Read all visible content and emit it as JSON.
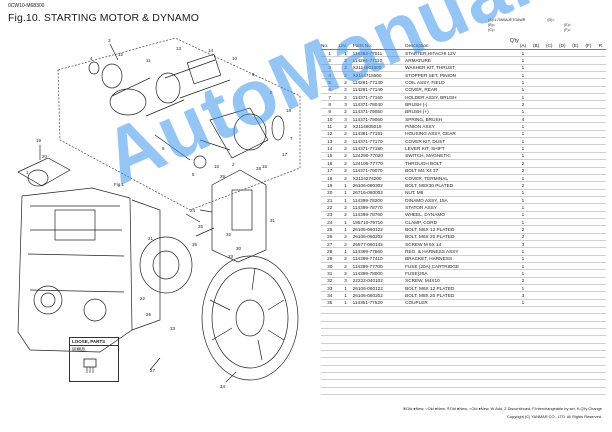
{
  "header": {
    "doc_code": "0CW10-M68300",
    "fig_title": "Fig.10.  STARTING MOTOR & DYNAMO"
  },
  "legend": {
    "a": "(A)=L70N5AJETGAWR",
    "b": "(B)=",
    "c": "(C)=",
    "d": "(D)=",
    "e": "(E)=",
    "f": "(F)="
  },
  "table": {
    "columns": [
      "No.",
      "Lev.",
      "Parts No.",
      "Description",
      "(A)",
      "(B)",
      "(C)",
      "(D)",
      "(E)",
      "(F)",
      "R"
    ],
    "qty_header": "Q'ty",
    "rows": [
      {
        "no": "1",
        "lev": "1",
        "part": "114362-77011",
        "desc": "STARTER,HITACHI 12V",
        "a": "1"
      },
      {
        "no": "2",
        "lev": "2",
        "part": "114281-77110",
        "desc": "ARMATURE",
        "a": "1"
      },
      {
        "no": "3",
        "lev": "2",
        "part": "X2114801000",
        "desc": "WASHER KIT, THRUST",
        "a": "1"
      },
      {
        "no": "4",
        "lev": "2",
        "part": "X2114715500",
        "desc": "STOPPER SET, PINION",
        "a": "1"
      },
      {
        "no": "5",
        "lev": "2",
        "part": "114281-77130",
        "desc": "COIL ASSY, FIELD",
        "a": "1"
      },
      {
        "no": "6",
        "lev": "2",
        "part": "114281-77140",
        "desc": "COVER, REAR",
        "a": "1"
      },
      {
        "no": "7",
        "lev": "2",
        "part": "114371-77160",
        "desc": "HOLDER ASSY, BRUSH",
        "a": "1"
      },
      {
        "no": "8",
        "lev": "3",
        "part": "114371-78040",
        "desc": "BRUSH (-)",
        "a": "2"
      },
      {
        "no": "9",
        "lev": "2",
        "part": "114371-79050",
        "desc": "BRUSH (+)",
        "a": "1"
      },
      {
        "no": "10",
        "lev": "3",
        "part": "114371-79060",
        "desc": "SPRING, BRUSH",
        "a": "4"
      },
      {
        "no": "11",
        "lev": "2",
        "part": "X2114805019",
        "desc": "PINION ASSY",
        "a": "1"
      },
      {
        "no": "12",
        "lev": "2",
        "part": "114381-77151",
        "desc": "HOUSING ASSY, GEAR",
        "a": "1"
      },
      {
        "no": "13",
        "lev": "2",
        "part": "114371-77170",
        "desc": "COVER KIT, DUST",
        "a": "1"
      },
      {
        "no": "14",
        "lev": "2",
        "part": "114371-77180",
        "desc": "LEVER KIT, SHIFT",
        "a": "1"
      },
      {
        "no": "15",
        "lev": "2",
        "part": "124290-77020",
        "desc": "SWITCH, MAGNETIC",
        "a": "1"
      },
      {
        "no": "16",
        "lev": "2",
        "part": "124195-77770",
        "desc": "THROUGH BOLT",
        "a": "2"
      },
      {
        "no": "17",
        "lev": "2",
        "part": "114371-79070",
        "desc": "BOLT M4 X4 37",
        "a": "2"
      },
      {
        "no": "18",
        "lev": "2",
        "part": "X2114274200",
        "desc": "COVER, TERMINAL",
        "a": "1"
      },
      {
        "no": "19",
        "lev": "1",
        "part": "26106-080302",
        "desc": "BOLT, M8X30 PLATED",
        "a": "2"
      },
      {
        "no": "20",
        "lev": "1",
        "part": "26716-080002",
        "desc": "NUT, M8",
        "a": "1"
      },
      {
        "no": "21",
        "lev": "1",
        "part": "114399-78200",
        "desc": "DINAMO ASSY, 15A",
        "a": "1"
      },
      {
        "no": "22",
        "lev": "2",
        "part": "114399-78770",
        "desc": "STATOR ASSY",
        "a": "1"
      },
      {
        "no": "23",
        "lev": "2",
        "part": "114399-78760",
        "desc": "WHEEL, DYNAMO",
        "a": "1"
      },
      {
        "no": "24",
        "lev": "1",
        "part": "195710-79710",
        "desc": "CLAMP, CORD",
        "a": "1"
      },
      {
        "no": "25",
        "lev": "1",
        "part": "26106-060122",
        "desc": "BOLT, M6X 12 PLATED",
        "a": "2"
      },
      {
        "no": "26",
        "lev": "2",
        "part": "26106-060202",
        "desc": "BOLT, M6X 20 PLATED",
        "a": "2"
      },
      {
        "no": "27",
        "lev": "2",
        "part": "26577-060142",
        "desc": "SCREW M 6X 14",
        "a": "3"
      },
      {
        "no": "28",
        "lev": "1",
        "part": "114399-77560",
        "desc": "REG. & HARNESS ASSY",
        "a": "1"
      },
      {
        "no": "29",
        "lev": "2",
        "part": "114399-77410",
        "desc": "BRACKET, HARNESS",
        "a": "1"
      },
      {
        "no": "30",
        "lev": "2",
        "part": "114399-77700",
        "desc": "FUSE (20A),CARTRIDGE",
        "a": "1"
      },
      {
        "no": "31",
        "lev": "2",
        "part": "114399-78000",
        "desc": "FUSE(20A",
        "a": "1"
      },
      {
        "no": "32",
        "lev": "3",
        "part": "22222-040102",
        "desc": "SCREW, M4X10",
        "a": "2"
      },
      {
        "no": "33",
        "lev": "1",
        "part": "26106-060122",
        "desc": "BOLT, M6X 12 PLATED",
        "a": "1"
      },
      {
        "no": "34",
        "lev": "1",
        "part": "26106-080202",
        "desc": "BOLT, M8X 20 PLATED",
        "a": "3"
      },
      {
        "no": "35",
        "lev": "1",
        "part": "114351-77520",
        "desc": "COUPLER",
        "a": "1"
      }
    ],
    "empty_rows": 12
  },
  "loose_parts": {
    "title": "LOOSE, PARTS",
    "subtitle": "同梱品"
  },
  "callouts": {
    "fig1": "Fig.1",
    "numbers": [
      "1",
      "2",
      "3",
      "4",
      "5",
      "6",
      "7",
      "8",
      "9",
      "10",
      "11",
      "12",
      "13",
      "14",
      "15",
      "16",
      "17",
      "18",
      "19",
      "20",
      "21",
      "22",
      "23",
      "24",
      "25",
      "26",
      "27",
      "28",
      "29",
      "30",
      "31",
      "32",
      "33",
      "34",
      "35"
    ]
  },
  "footer": {
    "line1": "※Old ●New, ○Old ●New, ®Old ●New, ○Old ●New, W.Add, Z.Discontinued, F.Interchangeable by set, K:Q'ty Change",
    "line2": "Copyright (C) YANMAR CO., LTD. All Rights Reserved."
  },
  "watermark": "AutoManual",
  "colors": {
    "watermark": "#3c96eb",
    "line": "#222222"
  }
}
